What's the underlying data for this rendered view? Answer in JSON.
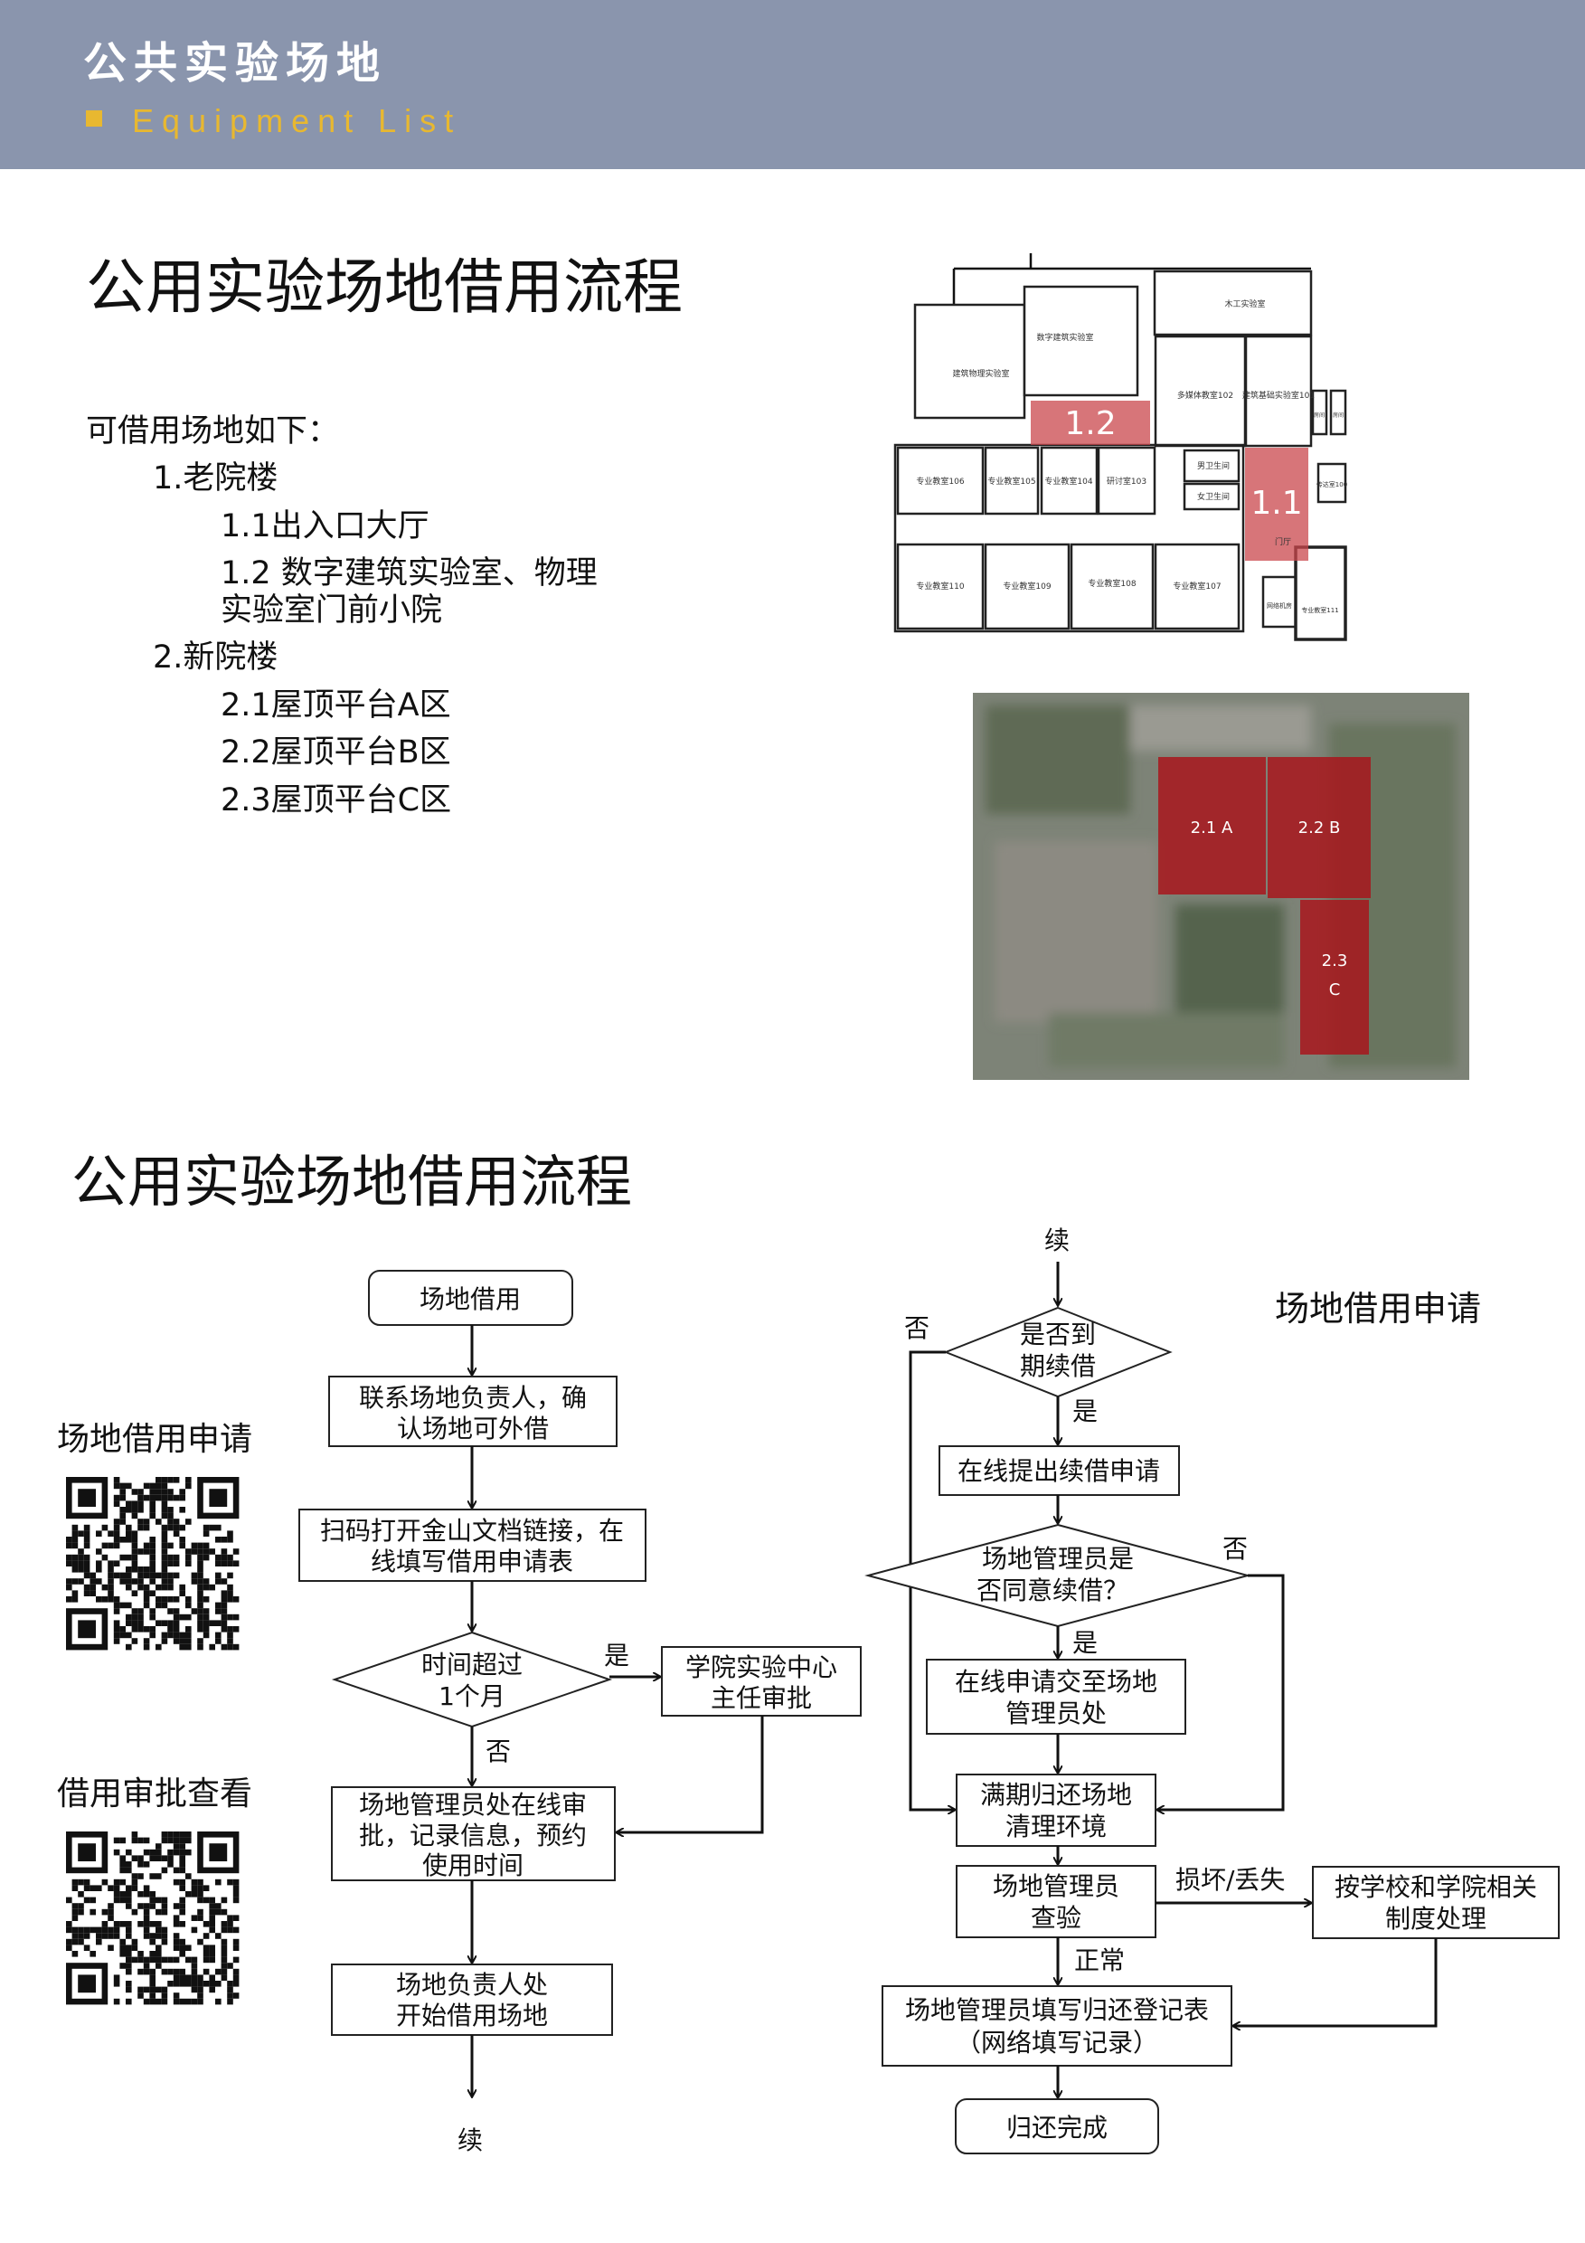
{
  "header": {
    "title": "公共实验场地",
    "subtitle": "Equipment List",
    "bg_color": "#8a95ad",
    "accent_color": "#e8b830"
  },
  "section1": {
    "title": "公用实验场地借用流程",
    "intro": "可借用场地如下：",
    "items": [
      {
        "label": "1.老院楼",
        "children": [
          "1.1出入口大厅",
          [
            "1.2 数字建筑实验室、物理",
            "实验室门前小院"
          ]
        ]
      },
      {
        "label": "2.新院楼",
        "children": [
          "2.1屋顶平台A区",
          "2.2屋顶平台B区",
          "2.3屋顶平台C区"
        ]
      }
    ]
  },
  "floor_plan": {
    "rooms": [
      "专业教室106",
      "专业教室105",
      "专业教室104",
      "研讨室103",
      "专业教室110",
      "专业教室109",
      "专业教室108",
      "专业教室107",
      "建筑物理实验室",
      "数字建筑实验室",
      "多媒体教室102",
      "建筑基础实验室101",
      "木工实验室",
      "男卫生间",
      "女卫生间",
      "传达室100",
      "网络机房",
      "专业教室111",
      "房间",
      "房间",
      "门厅"
    ],
    "zones": [
      "1.1",
      "1.2"
    ],
    "highlight_color": "#c9474c"
  },
  "aerial": {
    "zones": [
      "2.1 A",
      "2.2 B",
      "2.3",
      "C"
    ],
    "zone_color": "#a8161c"
  },
  "section2": {
    "title": "公用实验场地借用流程"
  },
  "left_panel": {
    "apply_label": "场地借用申请",
    "review_label": "借用审批查看"
  },
  "flow_left": {
    "start": "场地借用",
    "step1": [
      "联系场地负责人，确",
      "认场地可外借"
    ],
    "step2": [
      "扫码打开金山文档链接，在",
      "线填写借用申请表"
    ],
    "decision": [
      "时间超过",
      "1个月"
    ],
    "yes": "是",
    "no": "否",
    "director": [
      "学院实验中心",
      "主任审批"
    ],
    "approve": [
      "场地管理员处在线审",
      "批，记录信息，预约",
      "使用时间"
    ],
    "begin": [
      "场地负责人处",
      "开始借用场地"
    ],
    "continue": "续"
  },
  "flow_right": {
    "continue": "续",
    "title": "场地借用申请",
    "decision1": [
      "是否到",
      "期续借"
    ],
    "no1": "否",
    "yes1": "是",
    "renew": "在线提出续借申请",
    "decision2": [
      "场地管理员是",
      "否同意续借？"
    ],
    "no2": "否",
    "yes2": "是",
    "submit": [
      "在线申请交至场地",
      "管理员处"
    ],
    "return": [
      "满期归还场地",
      "清理环境"
    ],
    "inspect": [
      "场地管理员",
      "查验"
    ],
    "damage": "损坏/丢失",
    "handle": [
      "按学校和学院相关",
      "制度处理"
    ],
    "normal": "正常",
    "record": [
      "场地管理员填写归还登记表",
      "（网络填写记录）"
    ],
    "done": "归还完成"
  }
}
